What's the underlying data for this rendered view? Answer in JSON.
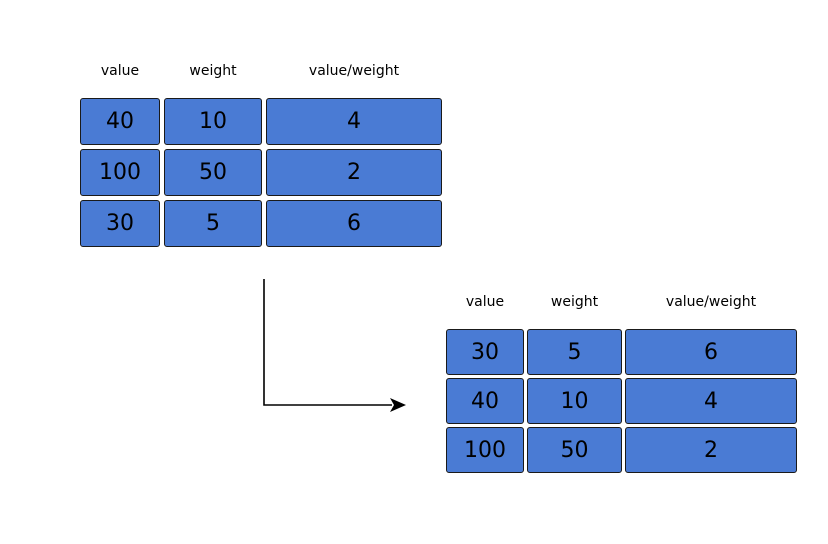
{
  "headers": [
    "value",
    "weight",
    "value/weight"
  ],
  "before": {
    "rows": [
      [
        "40",
        "10",
        "4"
      ],
      [
        "100",
        "50",
        "2"
      ],
      [
        "30",
        "5",
        "6"
      ]
    ]
  },
  "after": {
    "rows": [
      [
        "30",
        "5",
        "6"
      ],
      [
        "40",
        "10",
        "4"
      ],
      [
        "100",
        "50",
        "2"
      ]
    ]
  },
  "colors": {
    "cell_fill": "#4a7bd4",
    "cell_border": "#1a1a1a",
    "arrow": "#000000"
  }
}
